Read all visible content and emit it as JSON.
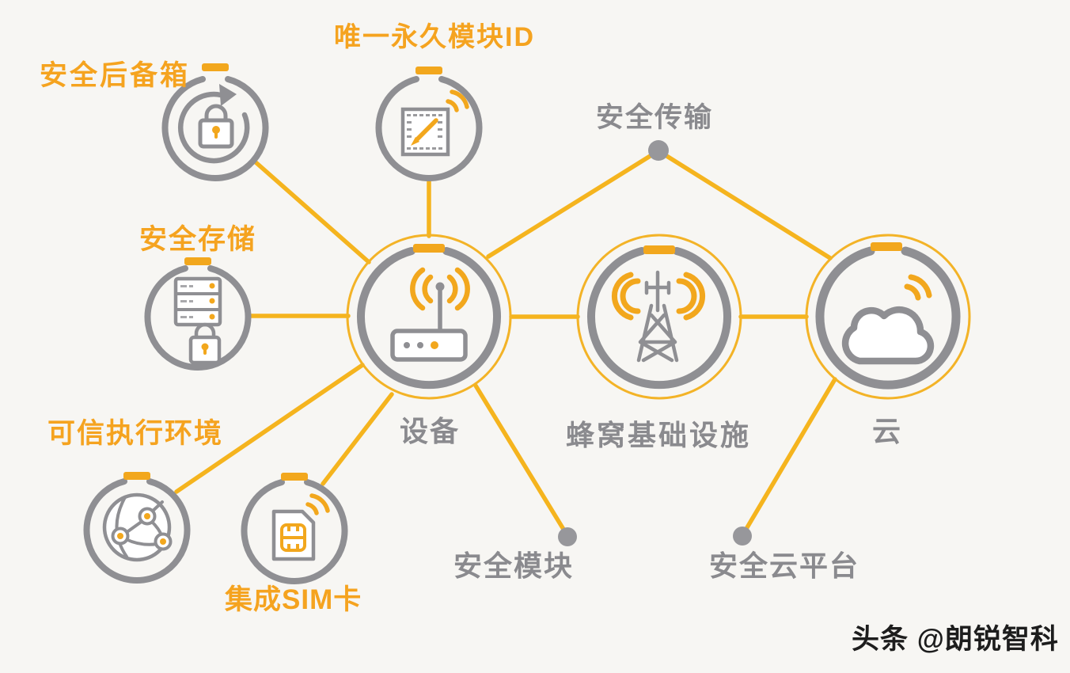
{
  "colors": {
    "background": "#F7F6F3",
    "accent_orange_text": "#F5A31F",
    "accent_yellow": "#F2A71D",
    "connector_yellow": "#F5B41E",
    "icon_gray": "#8F8F93",
    "label_gray": "#8A8A8E",
    "watermark_dark": "#1D1D1D"
  },
  "nodes": {
    "secure_backup": {
      "label": "安全后备箱",
      "icon": "refresh-lock-icon"
    },
    "unique_module_id": {
      "label": "唯一永久模块ID",
      "icon": "signed-chip-label-icon"
    },
    "secure_transmission": {
      "label": "安全传输",
      "icon": "junction-dot"
    },
    "secure_storage": {
      "label": "安全存储",
      "icon": "server-lock-icon"
    },
    "device": {
      "label": "设备",
      "icon": "wifi-router-icon"
    },
    "cellular_infrastructure": {
      "label": "蜂窝基础设施",
      "icon": "radio-tower-icon"
    },
    "cloud": {
      "label": "云",
      "icon": "cloud-wifi-icon"
    },
    "trusted_execution_environment": {
      "label": "可信执行环境",
      "icon": "network-globe-icon"
    },
    "integrated_sim": {
      "label": "集成SIM卡",
      "icon": "sim-card-icon"
    },
    "secure_module": {
      "label": "安全模块",
      "icon": "junction-dot"
    },
    "secure_cloud_platform": {
      "label": "安全云平台",
      "icon": "junction-dot"
    }
  },
  "watermark": {
    "text": "头条 @朗锐智科"
  }
}
